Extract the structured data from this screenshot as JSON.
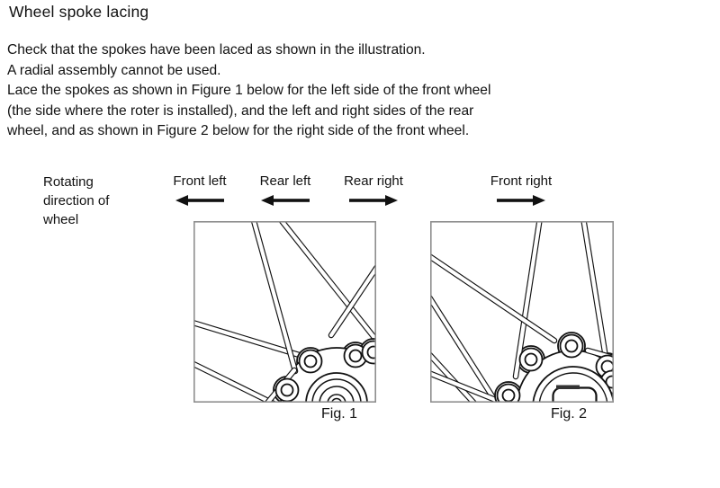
{
  "page": {
    "title": "Wheel spoke lacing",
    "paragraph_lines": [
      "Check that the spokes have been laced as shown in the illustration.",
      "A radial assembly cannot be used.",
      "Lace the spokes as shown in Figure 1 below for the left side of the front wheel",
      "(the side where the roter is installed), and the left and right sides of the rear",
      "wheel, and as shown in Figure 2 below for the right side of the front wheel."
    ]
  },
  "diagram": {
    "rotation_label": "Rotating direction of wheel",
    "directions": [
      {
        "label": "Front left",
        "arrow": "left"
      },
      {
        "label": "Rear left",
        "arrow": "left"
      },
      {
        "label": "Rear right",
        "arrow": "right"
      },
      {
        "label": "Front right",
        "arrow": "right"
      }
    ],
    "figures": [
      {
        "caption": "Fig. 1"
      },
      {
        "caption": "Fig. 2"
      }
    ],
    "ink_color": "#111111",
    "frame_color": "#8e8e8e"
  }
}
